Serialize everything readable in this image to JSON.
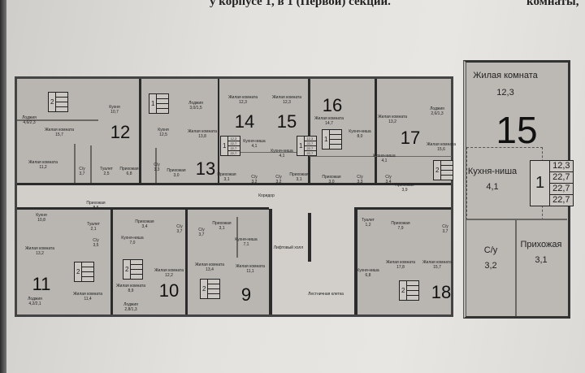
{
  "header": {
    "line": "у корпусе 1, в 1 (Первой) секции.",
    "right": "комнаты,"
  },
  "plan": {
    "corridor": "Коридор",
    "lift_hall": "Лифтовый холл",
    "stairs": "Лестничная клетка",
    "apartments": [
      {
        "number": "12",
        "rooms": "2",
        "areas": [],
        "labels": [
          [
            "Лоджия",
            "4,6/2,3"
          ],
          [
            "Кухня",
            "10,7"
          ],
          [
            "Жилая комната",
            "15,7"
          ],
          [
            "Жилая комната",
            "11,2"
          ],
          [
            "С/у",
            "3,7"
          ],
          [
            "Туалет",
            "2,5"
          ],
          [
            "Прихожая",
            "6,8"
          ]
        ]
      },
      {
        "number": "13",
        "rooms": "1",
        "areas": [],
        "labels": [
          [
            "Лоджия",
            "3,0/1,5"
          ],
          [
            "Кухня",
            "12,5"
          ],
          [
            "Жилая комната",
            "13,8"
          ],
          [
            "С/у",
            "3,3"
          ],
          [
            "Прихожая",
            "3,0"
          ]
        ]
      },
      {
        "number": "14",
        "rooms": "1",
        "areas": [
          "12,3",
          "22,7",
          "22,7",
          "22,7"
        ],
        "labels": [
          [
            "Жилая комната",
            "12,3"
          ],
          [
            "Кухня-ниша",
            "4,1"
          ],
          [
            "Прихожая",
            "3,1"
          ],
          [
            "С/у",
            "3,2"
          ]
        ]
      },
      {
        "number": "15",
        "rooms": "1",
        "areas": [
          "12,3",
          "22,7",
          "22,7",
          "22,7"
        ],
        "labels": [
          [
            "Жилая комната",
            "12,3"
          ],
          [
            "Кухня-ниша",
            "4,1"
          ],
          [
            "С/у",
            "3,2"
          ],
          [
            "Прихожая",
            "3,1"
          ]
        ]
      },
      {
        "number": "16",
        "rooms": "1",
        "areas": [],
        "labels": [
          [
            "Жилая комната",
            "14,7"
          ],
          [
            "Кухня-ниша",
            "8,0"
          ],
          [
            "Прихожая",
            "3,0"
          ],
          [
            "С/у",
            "3,3"
          ]
        ]
      },
      {
        "number": "17",
        "rooms": "2",
        "areas": [],
        "labels": [
          [
            "Лоджия",
            "2,6/1,3"
          ],
          [
            "Жилая комната",
            "13,2"
          ],
          [
            "Жилая комната",
            "15,6"
          ],
          [
            "Кухня-ниша",
            "4,1"
          ],
          [
            "С/у",
            "3,4"
          ],
          [
            "Прихожая",
            "3,9"
          ]
        ]
      },
      {
        "number": "11",
        "rooms": "2",
        "areas": [],
        "labels": [
          [
            "Кухня",
            "10,8"
          ],
          [
            "Прихожая",
            "8,5"
          ],
          [
            "Туалет",
            "2,1"
          ],
          [
            "С/у",
            "3,5"
          ],
          [
            "Жилая комната",
            "13,2"
          ],
          [
            "Жилая комната",
            "11,4"
          ],
          [
            "Лоджия",
            "4,2/2,1"
          ]
        ]
      },
      {
        "number": "10",
        "rooms": "2",
        "areas": [],
        "labels": [
          [
            "Прихожая",
            "3,4"
          ],
          [
            "С/у",
            "3,7"
          ],
          [
            "Кухня-ниша",
            "7,0"
          ],
          [
            "Жилая комната",
            "8,9"
          ],
          [
            "Жилая комната",
            "12,2"
          ],
          [
            "Лоджия",
            "2,8/1,3"
          ]
        ]
      },
      {
        "number": "9",
        "rooms": "2",
        "areas": [],
        "labels": [
          [
            "С/у",
            "3,7"
          ],
          [
            "Прихожая",
            "3,1"
          ],
          [
            "Кухня-ниша",
            "7,1"
          ],
          [
            "Жилая комната",
            "13,4"
          ],
          [
            "Жилая комната",
            "11,1"
          ]
        ]
      },
      {
        "number": "18",
        "rooms": "2",
        "areas": [],
        "labels": [
          [
            "Туалет",
            "1,2"
          ],
          [
            "Прихожая",
            "7,9"
          ],
          [
            "С/у",
            "3,7"
          ],
          [
            "Кухня-ниша",
            "6,8"
          ],
          [
            "Жилая комната",
            "17,8"
          ],
          [
            "Жилая комната",
            "15,7"
          ]
        ]
      }
    ]
  },
  "detail": {
    "number": "15",
    "rooms": "1",
    "areas": [
      "12,3",
      "22,7",
      "22,7",
      "22,7"
    ],
    "labels": [
      [
        "Жилая комната",
        "12,3"
      ],
      [
        "Кухня-ниша",
        "4,1"
      ],
      [
        "С/у",
        "3,2"
      ],
      [
        "Прихожая",
        "3,1"
      ]
    ]
  }
}
